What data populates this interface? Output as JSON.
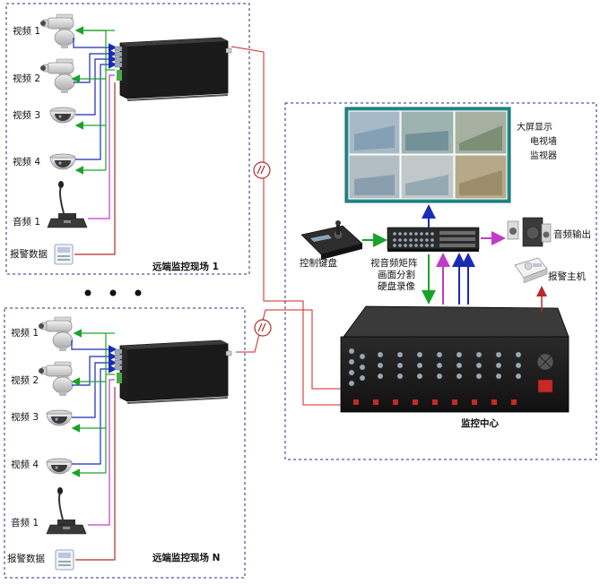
{
  "site1": {
    "title": "远端监控现场 1",
    "video_labels": [
      "视频 1",
      "视频 2",
      "视频 3",
      "视频 4"
    ],
    "audio_label": "音频 1",
    "alarm_label": "报警数据"
  },
  "siteN": {
    "title": "远端监控现场 N",
    "video_labels": [
      "视频 1",
      "视频 2",
      "视频 3",
      "视频 4"
    ],
    "audio_label": "音频 1",
    "alarm_label": "报警数据"
  },
  "center": {
    "title": "监控中心",
    "tv_wall_lines": [
      "大屏显示",
      "电视墙",
      "监视器"
    ],
    "keyboard_label": "控制键盘",
    "matrix_lines": [
      "视音频矩阵",
      "画面分割",
      "硬盘录像"
    ],
    "audio_out_label": "音频输出",
    "alarm_host_label": "报警主机"
  },
  "colors": {
    "video_line": "#1a2bb5",
    "return_line": "#1aa32a",
    "audio_line": "#c23ac9",
    "alarm_line": "#b52a2a",
    "fiber_line": "#d42020",
    "dashed_border": "#2a2a8a"
  }
}
